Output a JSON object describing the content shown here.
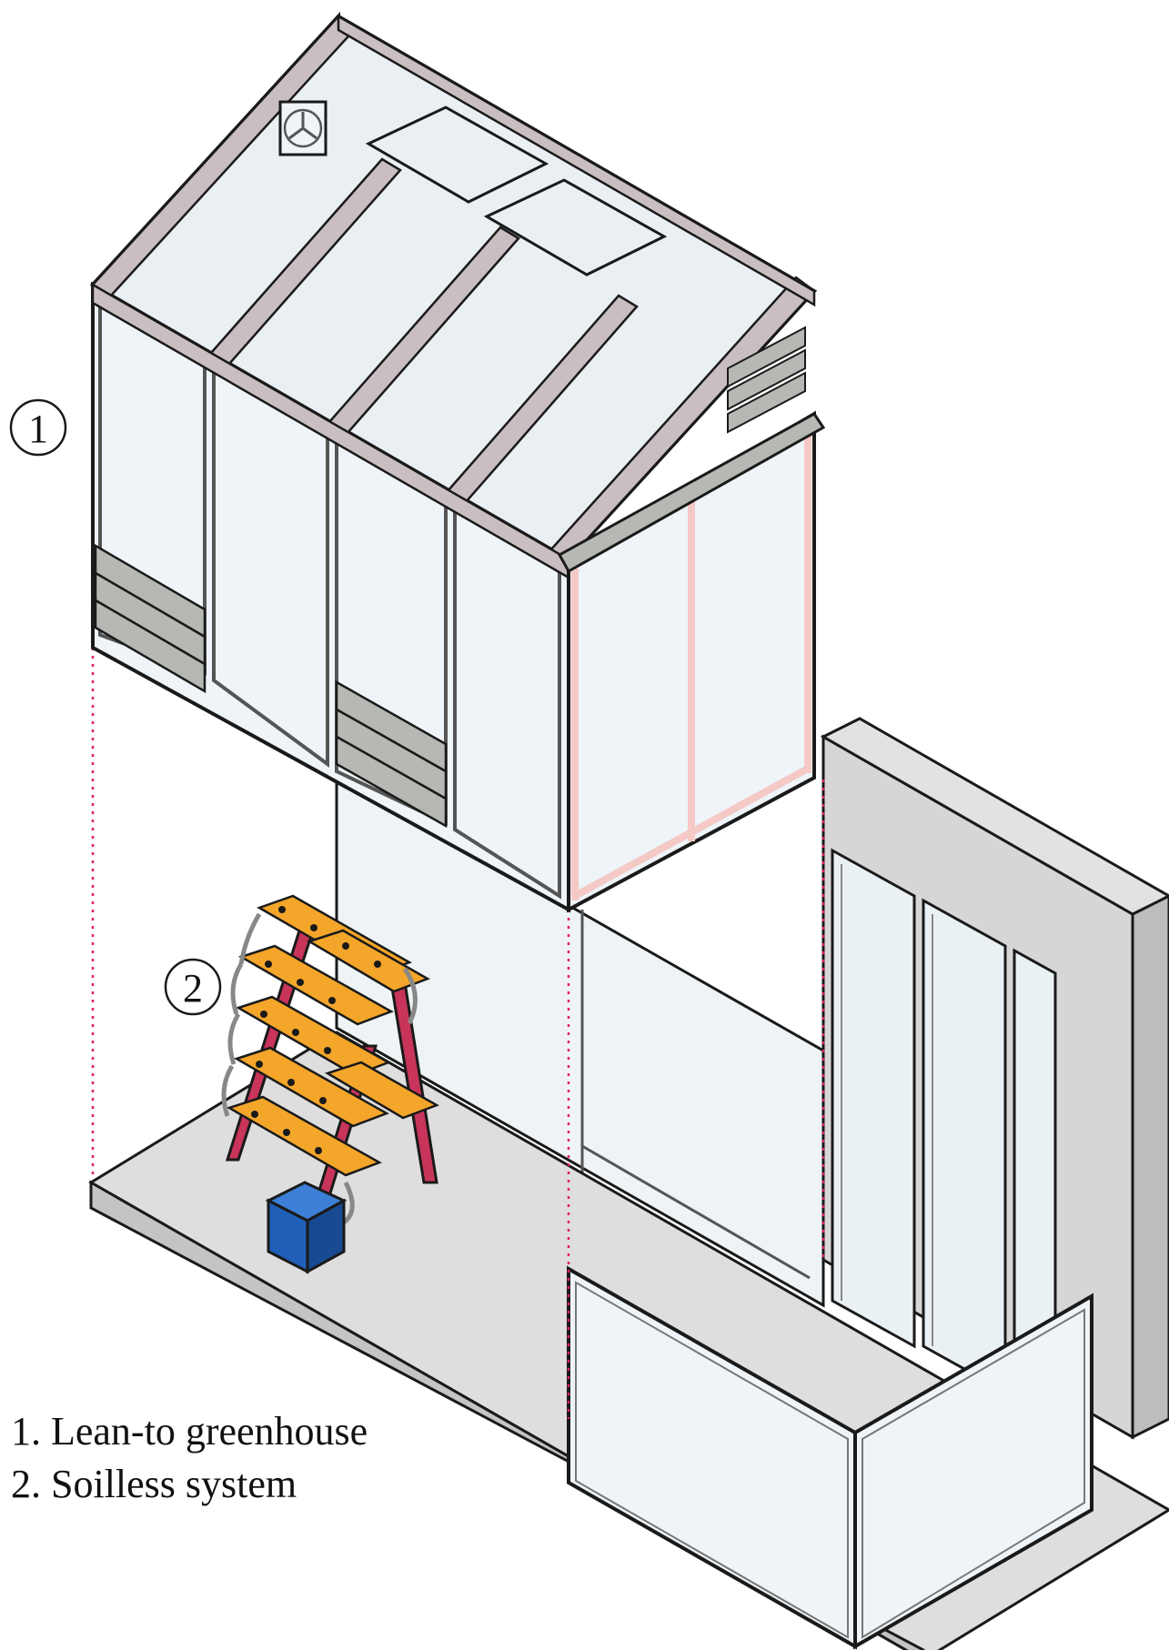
{
  "markers": [
    {
      "id": "1",
      "label": "1"
    },
    {
      "id": "2",
      "label": "2"
    }
  ],
  "legend": [
    {
      "num": "1.",
      "text": "Lean-to greenhouse"
    },
    {
      "num": "2.",
      "text": "Soilless system"
    }
  ],
  "colors": {
    "frame": "#c9bfc1",
    "outline": "#1a1a1a",
    "glass": "#eef4f8",
    "louver": "#b5b8b3",
    "floor": "#dcdcdc",
    "wall": "#d3d3d3",
    "leader": "#e0245e",
    "pink_frame": "#f5c9c6",
    "rack_orange": "#f4a62a",
    "rack_red": "#c8345a",
    "reservoir": "#1f5fb8"
  }
}
